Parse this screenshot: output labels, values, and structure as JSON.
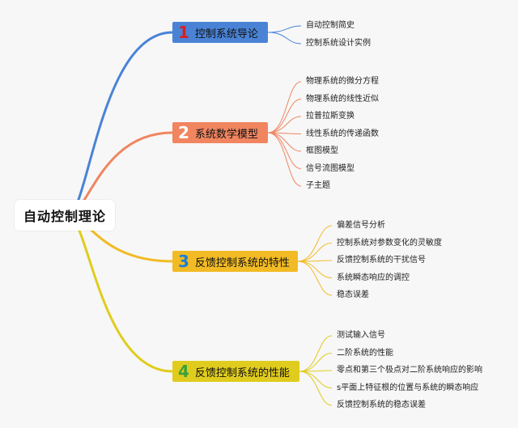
{
  "root": {
    "label": "自动控制理论"
  },
  "branches": [
    {
      "number": "1",
      "label": "控制系统导论",
      "color": "#4a83d6",
      "num_color": "#d42027",
      "leaves": [
        "自动控制简史",
        "控制系统设计实例"
      ]
    },
    {
      "number": "2",
      "label": "系统数学模型",
      "color": "#f08560",
      "num_color": "#ffffff",
      "leaves": [
        "物理系统的微分方程",
        "物理系统的线性近似",
        "拉普拉斯变换",
        "线性系统的传递函数",
        "框图模型",
        "信号流图模型",
        "子主题"
      ]
    },
    {
      "number": "3",
      "label": "反馈控制系统的特性",
      "color": "#f2bb25",
      "num_color": "#1f7fd1",
      "leaves": [
        "偏差信号分析",
        "控制系统对参数变化的灵敏度",
        "反馈控制系统的干扰信号",
        "系统瞬态响应的调控",
        "稳态误差"
      ]
    },
    {
      "number": "4",
      "label": "反馈控制系统的性能",
      "color": "#e0cc1e",
      "num_color": "#3da13a",
      "leaves": [
        "测试输入信号",
        "二阶系统的性能",
        "零点和第三个极点对二阶系统响应的影响",
        "s平面上特征根的位置与系统的瞬态响应",
        "反馈控制系统的稳态误差"
      ]
    }
  ]
}
